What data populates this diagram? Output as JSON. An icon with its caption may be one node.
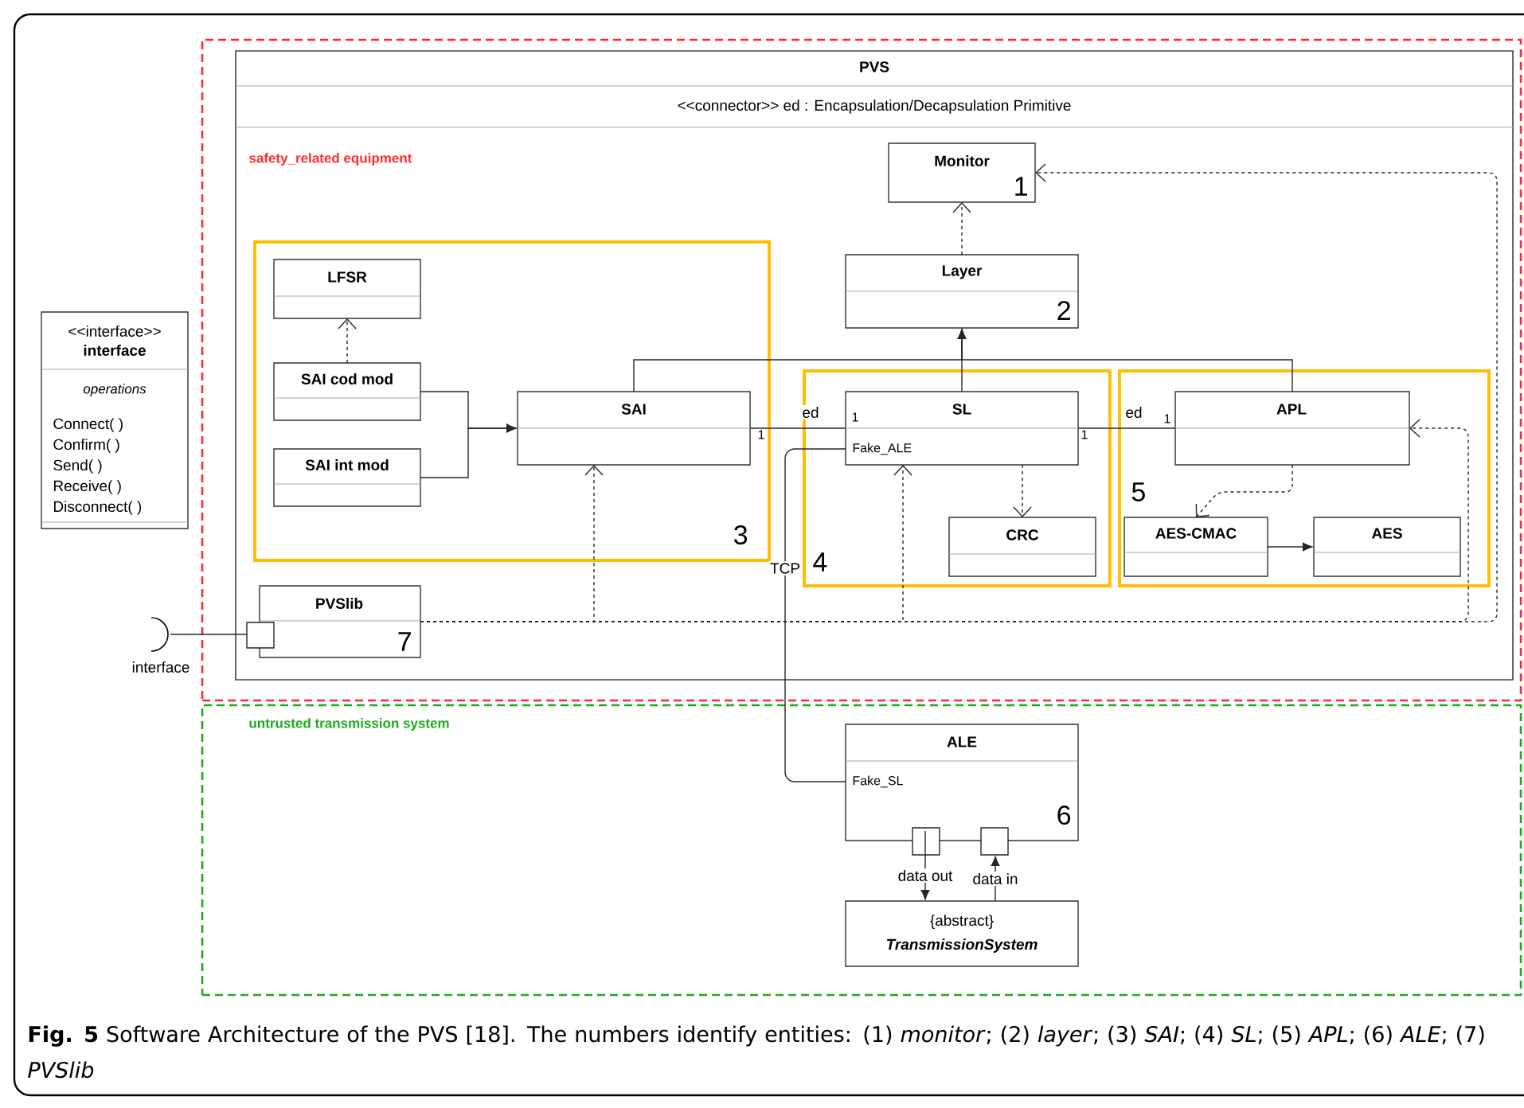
{
  "diagram": {
    "caption": "**Fig. 5** Software Architecture of the PVS [18]. The numbers identify entities: (1) *monitor*; (2) *layer*; (3) *SAI*; (4) *SL*; (5) *APL*; (6) *ALE*; (7) *PVSlib*",
    "nodes": [
      {
        "text": [],
        "shape": "box"
      },
      {
        "text": [
          "PVS",
          "<<connector>> ed : Encapsulation/Decapsulation Primitive"
        ],
        "in": 0
      },
      {
        "text": [
          "Monitor",
          "1"
        ],
        "in": 1
      },
      {
        "text": [
          "Layer",
          "2"
        ],
        "in": 1
      },
      {
        "text": [
          "3"
        ],
        "in": 1
      },
      {
        "text": [
          "LFSR"
        ],
        "in": 4
      },
      {
        "text": [
          "SAI cod mod"
        ],
        "in": 4
      },
      {
        "text": [
          "SAI int mod"
        ],
        "in": 4
      },
      {
        "text": [
          "SAI"
        ],
        "in": 4
      },
      {
        "text": [
          "4"
        ],
        "in": 1
      },
      {
        "text": [
          "SL",
          "Fake_ALE"
        ],
        "in": 9
      },
      {
        "text": [
          "CRC"
        ],
        "in": 9
      },
      {
        "text": [
          "5"
        ],
        "in": 1
      },
      {
        "text": [
          "APL"
        ],
        "in": 12
      },
      {
        "text": [
          "AES-CMAC"
        ],
        "in": 12
      },
      {
        "text": [
          "AES"
        ],
        "in": 12
      },
      {
        "text": [
          "PVSlib",
          "7"
        ],
        "in": 1
      },
      {
        "text": [
          "<<interface>>",
          "interface",
          "operations",
          "Connect( )",
          "Confirm( )",
          "Send( )",
          "Receive( )",
          "Disconnect( )"
        ]
      },
      {
        "text": [
          "untrusted transmission system"
        ]
      },
      {
        "text": [
          "ALE",
          "Fake_SL",
          "6"
        ],
        "in": 18
      },
      {
        "text": [
          "{abstract}",
          "TransmissionSystem"
        ],
        "in": 18
      },
      {
        "text": [],
        "shape": "arc",
        "beside": [
          "interface"
        ]
      }
    ],
    "edges": [
      {
        "from": 6,
        "to": 5,
        "arrow": "to",
        "style": "dashed"
      },
      {
        "from": 6,
        "to": 8,
        "arrow": "to"
      },
      {
        "from": 7,
        "to": 8,
        "arrow": "to"
      },
      {
        "from": 8,
        "to": 10,
        "arrow": "none",
        "label": "ed"
      },
      {
        "from": 10,
        "to": 13,
        "arrow": "none",
        "label": "ed"
      },
      {
        "from": 10,
        "to": 3,
        "arrow": "to"
      },
      {
        "from": 8,
        "to": 3,
        "arrow": "to"
      },
      {
        "from": 13,
        "to": 3,
        "arrow": "to"
      },
      {
        "from": 3,
        "to": 2,
        "arrow": "to",
        "style": "dashed"
      },
      {
        "from": 10,
        "to": 11,
        "arrow": "to",
        "style": "dashed"
      },
      {
        "from": 13,
        "to": 14,
        "arrow": "to",
        "style": "dashed"
      },
      {
        "from": 14,
        "to": 15,
        "arrow": "to"
      },
      {
        "from": 16,
        "to": 8,
        "arrow": "to",
        "style": "dashed"
      },
      {
        "from": 16,
        "to": 10,
        "arrow": "to",
        "style": "dashed"
      },
      {
        "from": 16,
        "to": 13,
        "arrow": "to",
        "style": "dashed"
      },
      {
        "from": 16,
        "to": 2,
        "arrow": "to",
        "style": "dashed"
      },
      {
        "from": 10,
        "to": 19,
        "arrow": "none",
        "label": "TCP"
      },
      {
        "from": 21,
        "to": 16,
        "arrow": "none"
      },
      {
        "from": 19,
        "to": 20,
        "arrow": "to",
        "label": "data out"
      },
      {
        "from": 20,
        "to": 19,
        "arrow": "to",
        "label": "data in"
      }
    ],
    "labels": [
      "safety_related equipment",
      "1",
      "1",
      "1",
      "1"
    ]
  }
}
